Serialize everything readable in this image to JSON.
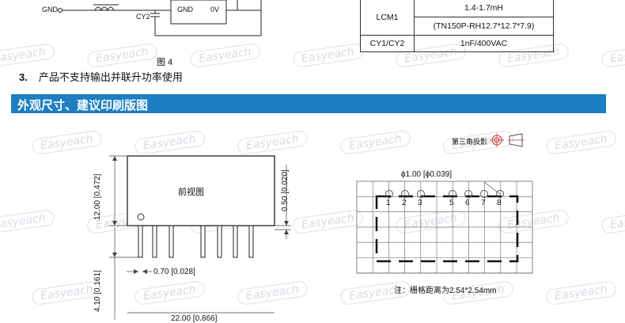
{
  "circuit": {
    "gnd_left": "GND",
    "cy2": "CY2",
    "ic_gnd": "GND",
    "ic_0v": "0V"
  },
  "spec_table": {
    "rows": [
      {
        "name": "LCM1",
        "value_line1": "1.4-1.7mH",
        "value_line2": "(TN150P-RH12.7*12.7*7.9)"
      },
      {
        "name": "CY1/CY2",
        "value": "1nF/400VAC"
      }
    ]
  },
  "figure_caption": "图 4",
  "note3": {
    "number": "3.",
    "text": "产品不支持输出并联升功率使用"
  },
  "section": {
    "title": "外观尺寸、建议印刷版图"
  },
  "watermark": "Easyeach",
  "projection_label": "第三角投影",
  "front_view": {
    "label": "前视图",
    "height_dim": "12.00 [0.472]",
    "pin_offset_dim": "0.50 [0.020]",
    "pin_width_dim": "0.70 [0.028]",
    "pin_length_dim": "4.10 [0.161]",
    "width_dim": "22.00 [0.866]"
  },
  "pcb_layout": {
    "hole_dim": "ϕ1.00 [ϕ0.039]",
    "pins": [
      "1",
      "2",
      "3",
      "5",
      "6",
      "7",
      "8"
    ],
    "grid_note": "注：栅格距离为2.54*2.54mm"
  }
}
